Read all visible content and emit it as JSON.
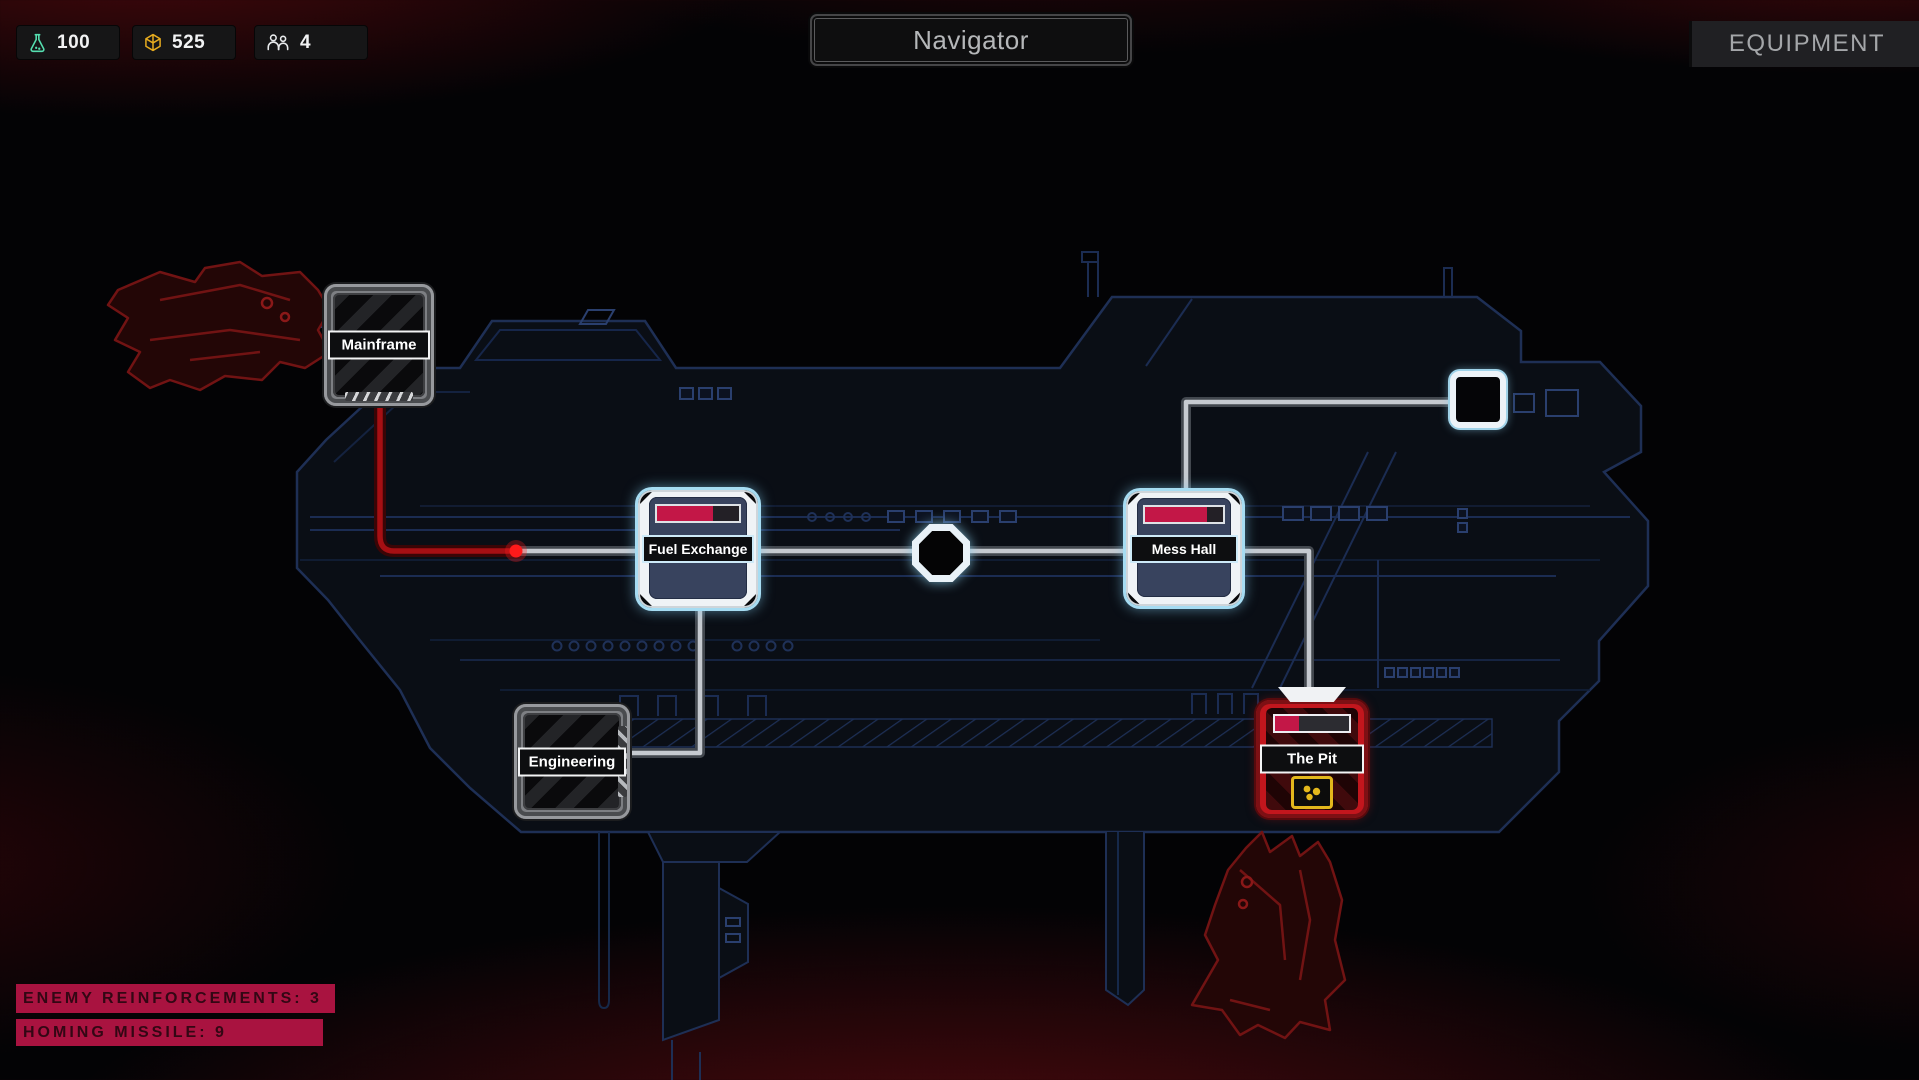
{
  "screen": {
    "title": "Navigator",
    "equipment_label": "EQUIPMENT"
  },
  "resources": [
    {
      "name": "research",
      "icon": "flask-icon",
      "value": "100",
      "color": "#55dfb0"
    },
    {
      "name": "scrap",
      "icon": "cube-icon",
      "value": "525",
      "color": "#e7ac1f"
    },
    {
      "name": "crew",
      "icon": "crew-icon",
      "value": "4",
      "color": "#e9ebee"
    }
  ],
  "map": {
    "rooms": [
      {
        "id": "mainframe",
        "label": "Mainframe",
        "style": "armored"
      },
      {
        "id": "fuel-exchange",
        "label": "Fuel Exchange",
        "style": "active",
        "health_pct": 68
      },
      {
        "id": "mess-hall",
        "label": "Mess Hall",
        "style": "active",
        "health_pct": 80
      },
      {
        "id": "engineering",
        "label": "Engineering",
        "style": "armored"
      },
      {
        "id": "the-pit",
        "label": "The Pit",
        "style": "alarm",
        "health_pct": 33,
        "hazard_icon": "radiation-hazard-icon"
      }
    ],
    "nodes": [
      {
        "id": "junction",
        "shape": "octagon"
      },
      {
        "id": "airlock",
        "shape": "square"
      }
    ]
  },
  "alerts": [
    {
      "label": "ENEMY REINFORCEMENTS: 3"
    },
    {
      "label": "HOMING MISSILE: 9"
    }
  ],
  "colors": {
    "alert_bg": "#a91340",
    "health_fill": "#c31747",
    "active_glow": "#a7ddf2",
    "alarm_frame": "#c2161d",
    "hull_line": "#1e2f55",
    "corridor": "#c6cad0",
    "breach_line": "#a60f13"
  }
}
